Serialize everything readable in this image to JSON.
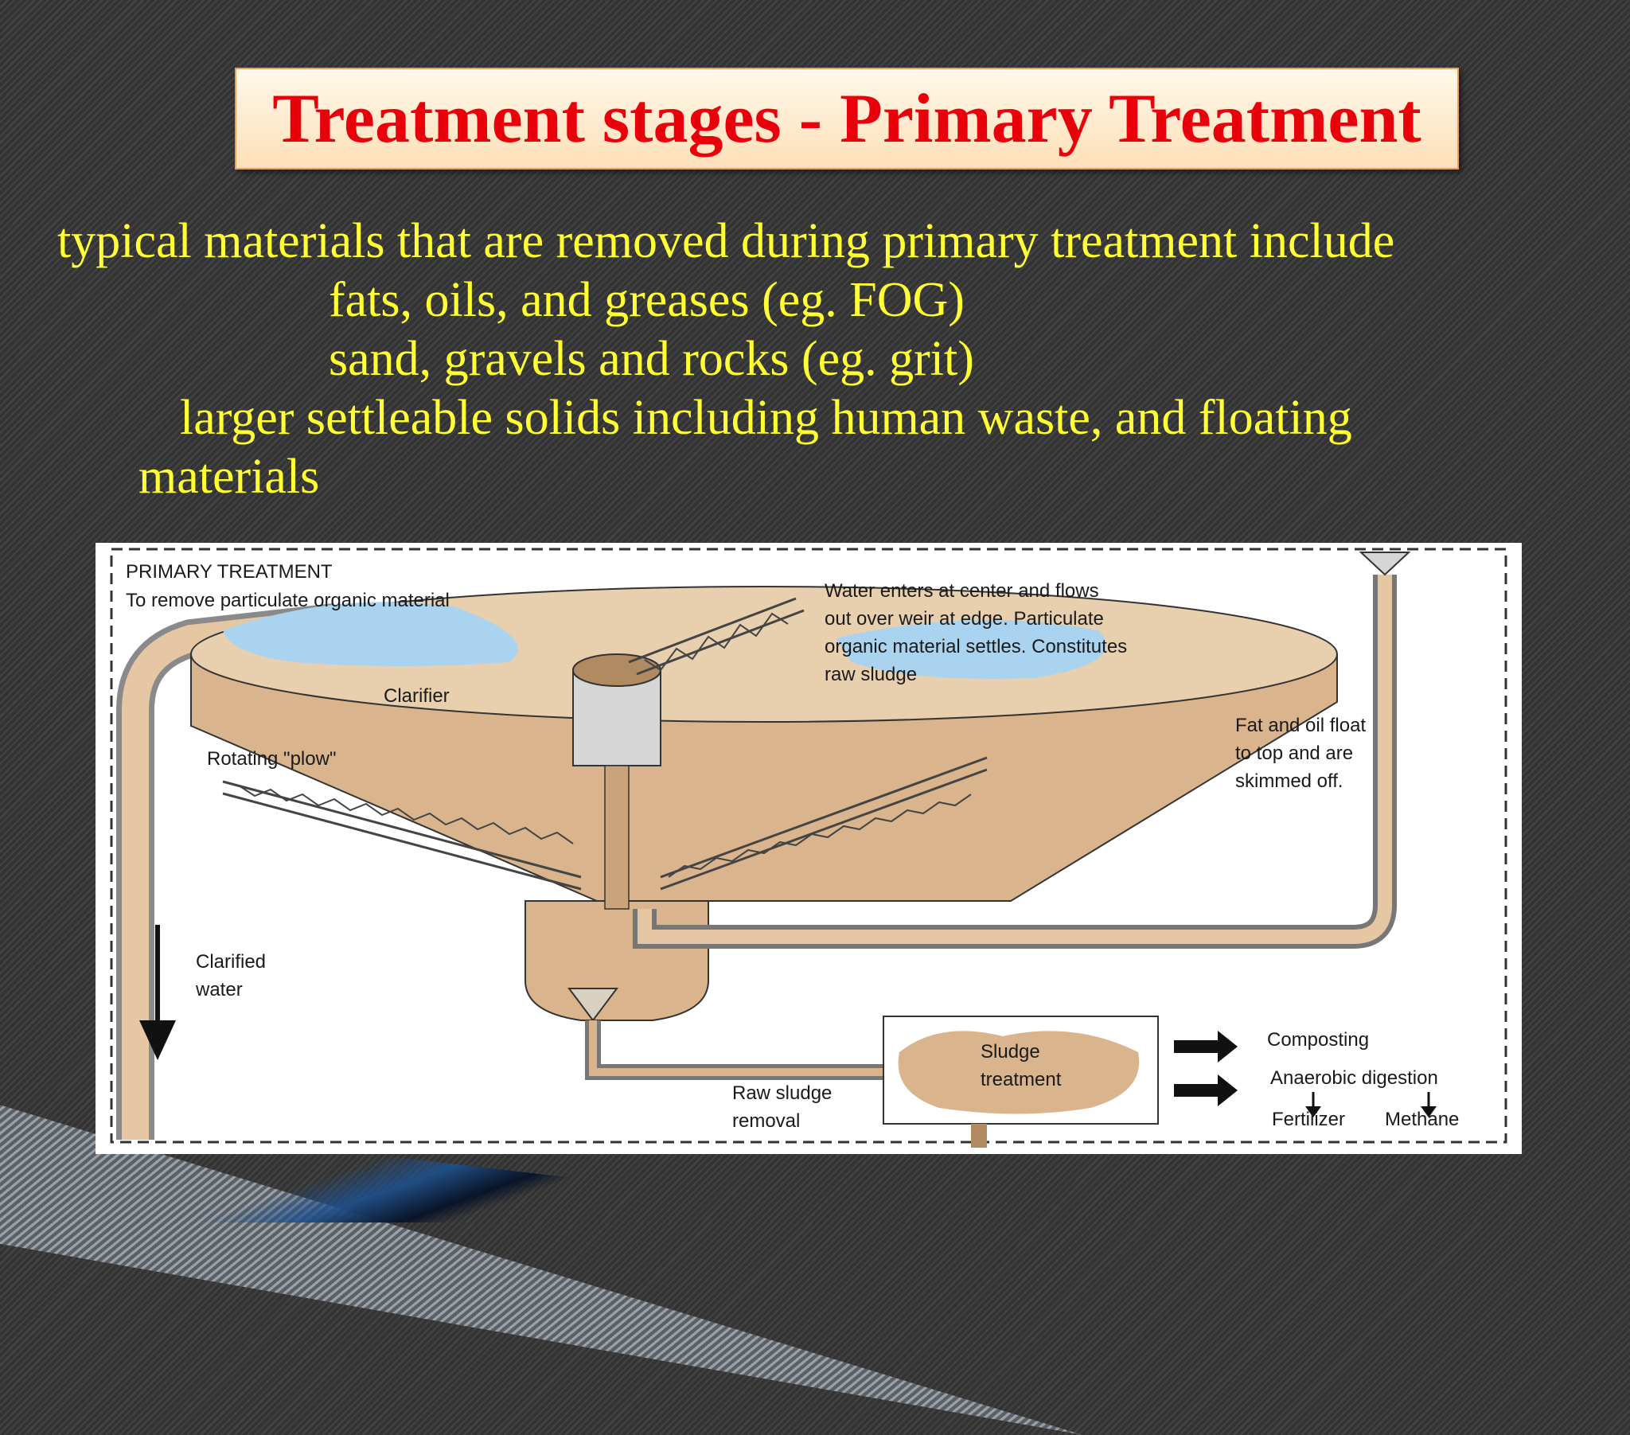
{
  "slide": {
    "title": "Treatment stages - Primary Treatment",
    "intro": "typical materials that are removed during primary treatment include",
    "items": [
      "fats, oils, and greases (eg. FOG)",
      "sand, gravels and rocks (eg. grit)",
      "larger settleable solids including human waste, and floating",
      "materials"
    ]
  },
  "diagram": {
    "heading": "PRIMARY TREATMENT",
    "subheading": "To remove particulate organic material",
    "water_note": [
      "Water enters at center and flows",
      "out over weir at edge.  Particulate",
      "organic material settles.  Constitutes",
      "raw sludge"
    ],
    "clarifier": "Clarifier",
    "plow": "Rotating \"plow\"",
    "fat_note": [
      "Fat and oil float",
      "to top and are",
      "skimmed off."
    ],
    "clarified_water": [
      "Clarified",
      "water"
    ],
    "raw_sludge": [
      "Raw sludge",
      "removal"
    ],
    "sludge_treatment": [
      "Sludge",
      "treatment"
    ],
    "composting": "Composting",
    "anaerobic": "Anaerobic digestion",
    "fertilizer": "Fertilizer",
    "methane": "Methane"
  },
  "colors": {
    "title_red": "#e8000a",
    "body_yellow": "#ffff33",
    "sludge_tan": "#d9b48c",
    "water_blue": "#a9d3ee"
  }
}
